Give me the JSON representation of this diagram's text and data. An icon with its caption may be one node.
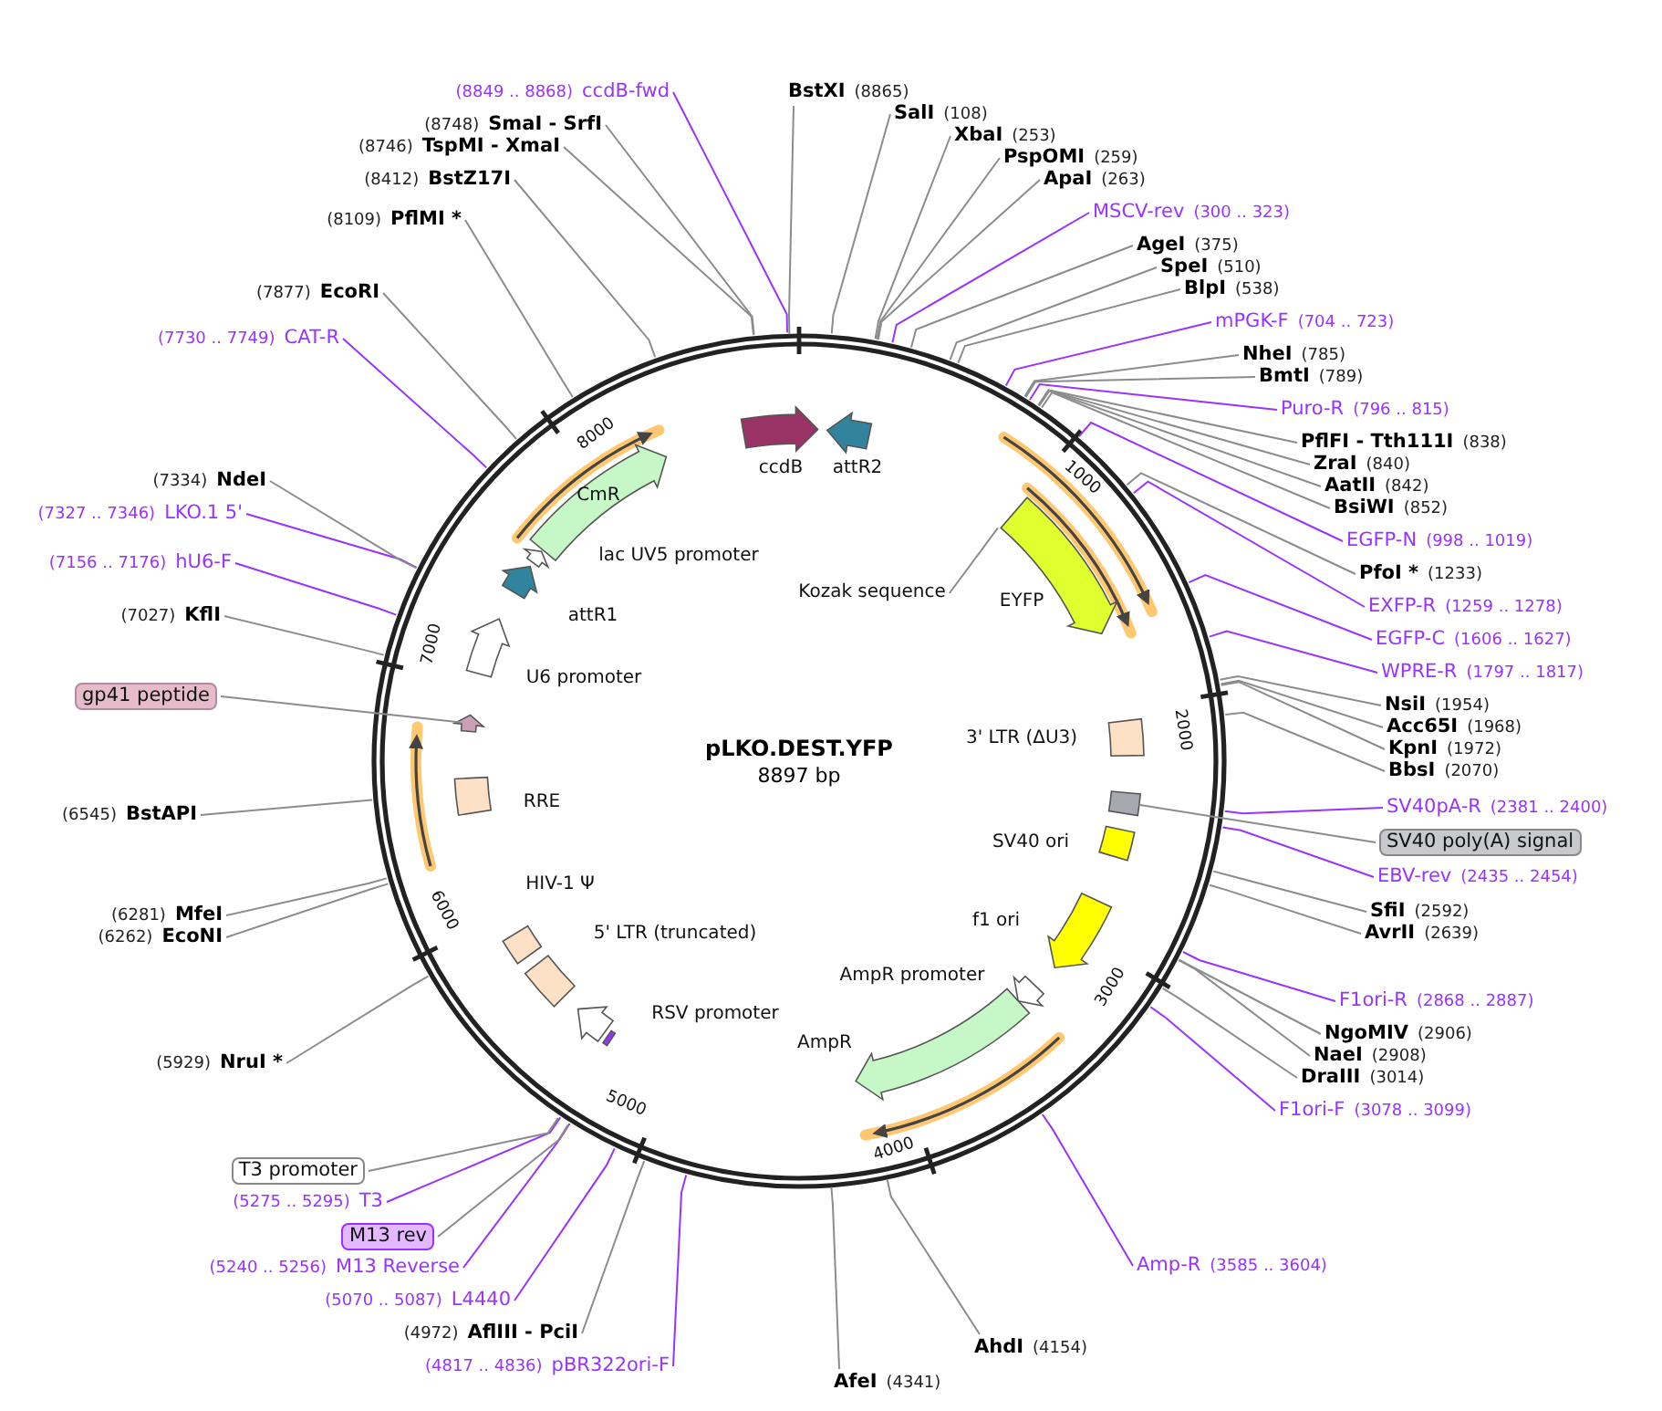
{
  "diagram": {
    "nodes": [
      {
        "text": [
          "BstXI",
          "(8865)"
        ]
      },
      {
        "text": [
          "SalI",
          "(108)"
        ]
      },
      {
        "text": [
          "XbaI",
          "(253)"
        ]
      },
      {
        "text": [
          "PspOMI",
          "(259)"
        ]
      },
      {
        "text": [
          "ApaI",
          "(263)"
        ]
      },
      {
        "text": [
          "MSCV-rev",
          "(300 .. 323)"
        ]
      },
      {
        "text": [
          "AgeI",
          "(375)"
        ]
      },
      {
        "text": [
          "SpeI",
          "(510)"
        ]
      },
      {
        "text": [
          "BlpI",
          "(538)"
        ]
      },
      {
        "text": [
          "mPGK-F",
          "(704 .. 723)"
        ]
      },
      {
        "text": [
          "NheI",
          "(785)"
        ]
      },
      {
        "text": [
          "BmtI",
          "(789)"
        ]
      },
      {
        "text": [
          "Puro-R",
          "(796 .. 815)"
        ]
      },
      {
        "text": [
          "PflFI - Tth111I",
          "(838)"
        ]
      },
      {
        "text": [
          "ZraI",
          "(840)"
        ]
      },
      {
        "text": [
          "AatII",
          "(842)"
        ]
      },
      {
        "text": [
          "BsiWI",
          "(852)"
        ]
      },
      {
        "text": [
          "EGFP-N",
          "(998 .. 1019)"
        ]
      },
      {
        "text": [
          "PfoI *",
          "(1233)"
        ]
      },
      {
        "text": [
          "EXFP-R",
          "(1259 .. 1278)"
        ]
      },
      {
        "text": [
          "EGFP-C",
          "(1606 .. 1627)"
        ]
      },
      {
        "text": [
          "WPRE-R",
          "(1797 .. 1817)"
        ]
      },
      {
        "text": [
          "NsiI",
          "(1954)"
        ]
      },
      {
        "text": [
          "Acc65I",
          "(1968)"
        ]
      },
      {
        "text": [
          "KpnI",
          "(1972)"
        ]
      },
      {
        "text": [
          "BbsI",
          "(2070)"
        ]
      },
      {
        "text": [
          "SV40pA-R",
          "(2381 .. 2400)"
        ]
      },
      {
        "text": [
          "SV40 poly(A) signal"
        ]
      },
      {
        "text": [
          "EBV-rev",
          "(2435 .. 2454)"
        ]
      },
      {
        "text": [
          "SfiI",
          "(2592)"
        ]
      },
      {
        "text": [
          "AvrII",
          "(2639)"
        ]
      },
      {
        "text": [
          "F1ori-R",
          "(2868 .. 2887)"
        ]
      },
      {
        "text": [
          "NgoMIV",
          "(2906)"
        ]
      },
      {
        "text": [
          "NaeI",
          "(2908)"
        ]
      },
      {
        "text": [
          "DraIII",
          "(3014)"
        ]
      },
      {
        "text": [
          "F1ori-F",
          "(3078 .. 3099)"
        ]
      },
      {
        "text": [
          "Amp-R",
          "(3585 .. 3604)"
        ]
      },
      {
        "text": [
          "AhdI",
          "(4154)"
        ]
      },
      {
        "text": [
          "AfeI",
          "(4341)"
        ]
      },
      {
        "text": [
          "(4817 .. 4836)",
          "pBR322ori-F"
        ]
      },
      {
        "text": [
          "(4972)",
          "AflIII - PciI"
        ]
      },
      {
        "text": [
          "(5070 .. 5087)",
          "L4440"
        ]
      },
      {
        "text": [
          "(5240 .. 5256)",
          "M13 Reverse"
        ]
      },
      {
        "text": [
          "M13 rev"
        ]
      },
      {
        "text": [
          "(5275 .. 5295)",
          "T3"
        ]
      },
      {
        "text": [
          "T3 promoter"
        ]
      },
      {
        "text": [
          "(5929)",
          "NruI *"
        ]
      },
      {
        "text": [
          "(6262)",
          "EcoNI"
        ]
      },
      {
        "text": [
          "(6281)",
          "MfeI"
        ]
      },
      {
        "text": [
          "(6545)",
          "BstAPI"
        ]
      },
      {
        "text": [
          "gp41 peptide"
        ]
      },
      {
        "text": [
          "(7027)",
          "KflI"
        ]
      },
      {
        "text": [
          "(7156 .. 7176)",
          "hU6-F"
        ]
      },
      {
        "text": [
          "(7327 .. 7346)",
          "LKO.1 5'"
        ]
      },
      {
        "text": [
          "(7334)",
          "NdeI"
        ]
      },
      {
        "text": [
          "(7730 .. 7749)",
          "CAT-R"
        ]
      },
      {
        "text": [
          "(7877)",
          "EcoRI"
        ]
      },
      {
        "text": [
          "(8109)",
          "PflMI *"
        ]
      },
      {
        "text": [
          "(8412)",
          "BstZ17I"
        ]
      },
      {
        "text": [
          "(8746)",
          "TspMI - XmaI"
        ]
      },
      {
        "text": [
          "(8748)",
          "SmaI - SrfI"
        ]
      },
      {
        "text": [
          "(8849 .. 8868)",
          "ccdB-fwd"
        ]
      },
      {
        "text": [
          "ccdB"
        ]
      },
      {
        "text": [
          "attR2"
        ]
      },
      {
        "text": [
          "EYFP"
        ]
      },
      {
        "text": [
          "Kozak sequence"
        ]
      },
      {
        "text": [
          "3' LTR (ΔU3)"
        ]
      },
      {
        "text": [
          "SV40 ori"
        ]
      },
      {
        "text": [
          "f1 ori"
        ]
      },
      {
        "text": [
          "AmpR promoter"
        ]
      },
      {
        "text": [
          "AmpR"
        ]
      },
      {
        "text": [
          "RSV promoter"
        ]
      },
      {
        "text": [
          "5' LTR (truncated)"
        ]
      },
      {
        "text": [
          "HIV-1 Ψ"
        ]
      },
      {
        "text": [
          "RRE"
        ]
      },
      {
        "text": [
          "U6 promoter"
        ]
      },
      {
        "text": [
          "attR1"
        ]
      },
      {
        "text": [
          "lac UV5 promoter"
        ]
      },
      {
        "text": [
          "CmR"
        ]
      },
      {
        "text": [],
        "shape": "box"
      },
      {
        "text": [],
        "shape": "arrow"
      }
    ],
    "edges": [
      {
        "from": 0,
        "to": null,
        "arrow": "none"
      },
      {
        "from": 1,
        "to": null,
        "arrow": "none"
      },
      {
        "from": 2,
        "to": null,
        "arrow": "none"
      },
      {
        "from": 3,
        "to": null,
        "arrow": "none"
      },
      {
        "from": 4,
        "to": null,
        "arrow": "none"
      },
      {
        "from": 5,
        "to": null,
        "arrow": "none",
        "color": "#9933ff"
      },
      {
        "from": 6,
        "to": null,
        "arrow": "none"
      },
      {
        "from": 7,
        "to": null,
        "arrow": "none"
      },
      {
        "from": 8,
        "to": null,
        "arrow": "none"
      },
      {
        "from": 9,
        "to": null,
        "arrow": "none",
        "color": "#9933ff"
      },
      {
        "from": 10,
        "to": null,
        "arrow": "none"
      },
      {
        "from": 11,
        "to": null,
        "arrow": "none"
      },
      {
        "from": 12,
        "to": null,
        "arrow": "none",
        "color": "#9933ff"
      },
      {
        "from": 13,
        "to": null,
        "arrow": "none"
      },
      {
        "from": 14,
        "to": null,
        "arrow": "none"
      },
      {
        "from": 15,
        "to": null,
        "arrow": "none"
      },
      {
        "from": 16,
        "to": null,
        "arrow": "none"
      },
      {
        "from": 17,
        "to": null,
        "arrow": "none",
        "color": "#9933ff"
      },
      {
        "from": 18,
        "to": null,
        "arrow": "none"
      },
      {
        "from": 19,
        "to": null,
        "arrow": "none",
        "color": "#9933ff"
      },
      {
        "from": 20,
        "to": null,
        "arrow": "none",
        "color": "#9933ff"
      },
      {
        "from": 21,
        "to": null,
        "arrow": "none",
        "color": "#9933ff"
      },
      {
        "from": 22,
        "to": null,
        "arrow": "none"
      },
      {
        "from": 23,
        "to": null,
        "arrow": "none"
      },
      {
        "from": 24,
        "to": null,
        "arrow": "none"
      },
      {
        "from": 25,
        "to": null,
        "arrow": "none"
      },
      {
        "from": 26,
        "to": null,
        "arrow": "none",
        "color": "#9933ff"
      },
      {
        "from": 27,
        "to": 79,
        "arrow": "none"
      },
      {
        "from": 28,
        "to": null,
        "arrow": "none",
        "color": "#9933ff"
      },
      {
        "from": 29,
        "to": null,
        "arrow": "none"
      },
      {
        "from": 30,
        "to": null,
        "arrow": "none"
      },
      {
        "from": 31,
        "to": null,
        "arrow": "none",
        "color": "#9933ff"
      },
      {
        "from": 32,
        "to": null,
        "arrow": "none"
      },
      {
        "from": 33,
        "to": null,
        "arrow": "none"
      },
      {
        "from": 34,
        "to": null,
        "arrow": "none"
      },
      {
        "from": 35,
        "to": null,
        "arrow": "none",
        "color": "#9933ff"
      },
      {
        "from": 36,
        "to": null,
        "arrow": "none",
        "color": "#9933ff"
      },
      {
        "from": 37,
        "to": null,
        "arrow": "none"
      },
      {
        "from": 38,
        "to": null,
        "arrow": "none"
      },
      {
        "from": 39,
        "to": null,
        "arrow": "none",
        "color": "#9933ff"
      },
      {
        "from": 40,
        "to": null,
        "arrow": "none"
      },
      {
        "from": 41,
        "to": null,
        "arrow": "none",
        "color": "#9933ff"
      },
      {
        "from": 42,
        "to": null,
        "arrow": "none",
        "color": "#9933ff"
      },
      {
        "from": 43,
        "to": null,
        "arrow": "none"
      },
      {
        "from": 44,
        "to": null,
        "arrow": "none",
        "color": "#9933ff"
      },
      {
        "from": 45,
        "to": null,
        "arrow": "none"
      },
      {
        "from": 46,
        "to": null,
        "arrow": "none"
      },
      {
        "from": 47,
        "to": null,
        "arrow": "none"
      },
      {
        "from": 48,
        "to": null,
        "arrow": "none"
      },
      {
        "from": 49,
        "to": null,
        "arrow": "none"
      },
      {
        "from": 50,
        "to": 80,
        "arrow": "none"
      },
      {
        "from": 51,
        "to": null,
        "arrow": "none"
      },
      {
        "from": 52,
        "to": null,
        "arrow": "none",
        "color": "#9933ff"
      },
      {
        "from": 53,
        "to": null,
        "arrow": "none",
        "color": "#9933ff"
      },
      {
        "from": 54,
        "to": null,
        "arrow": "none"
      },
      {
        "from": 55,
        "to": null,
        "arrow": "none",
        "color": "#9933ff"
      },
      {
        "from": 56,
        "to": null,
        "arrow": "none"
      },
      {
        "from": 57,
        "to": null,
        "arrow": "none"
      },
      {
        "from": 58,
        "to": null,
        "arrow": "none"
      },
      {
        "from": 59,
        "to": null,
        "arrow": "none"
      },
      {
        "from": 60,
        "to": null,
        "arrow": "none"
      },
      {
        "from": 61,
        "to": null,
        "arrow": "none",
        "color": "#9933ff"
      },
      {
        "from": 65,
        "to": null,
        "arrow": "none"
      }
    ],
    "labels": [
      "pLKO.DEST.YFP",
      "8897 bp",
      "1000",
      "2000",
      "3000",
      "4000",
      "5000",
      "6000",
      "7000",
      "8000"
    ]
  }
}
